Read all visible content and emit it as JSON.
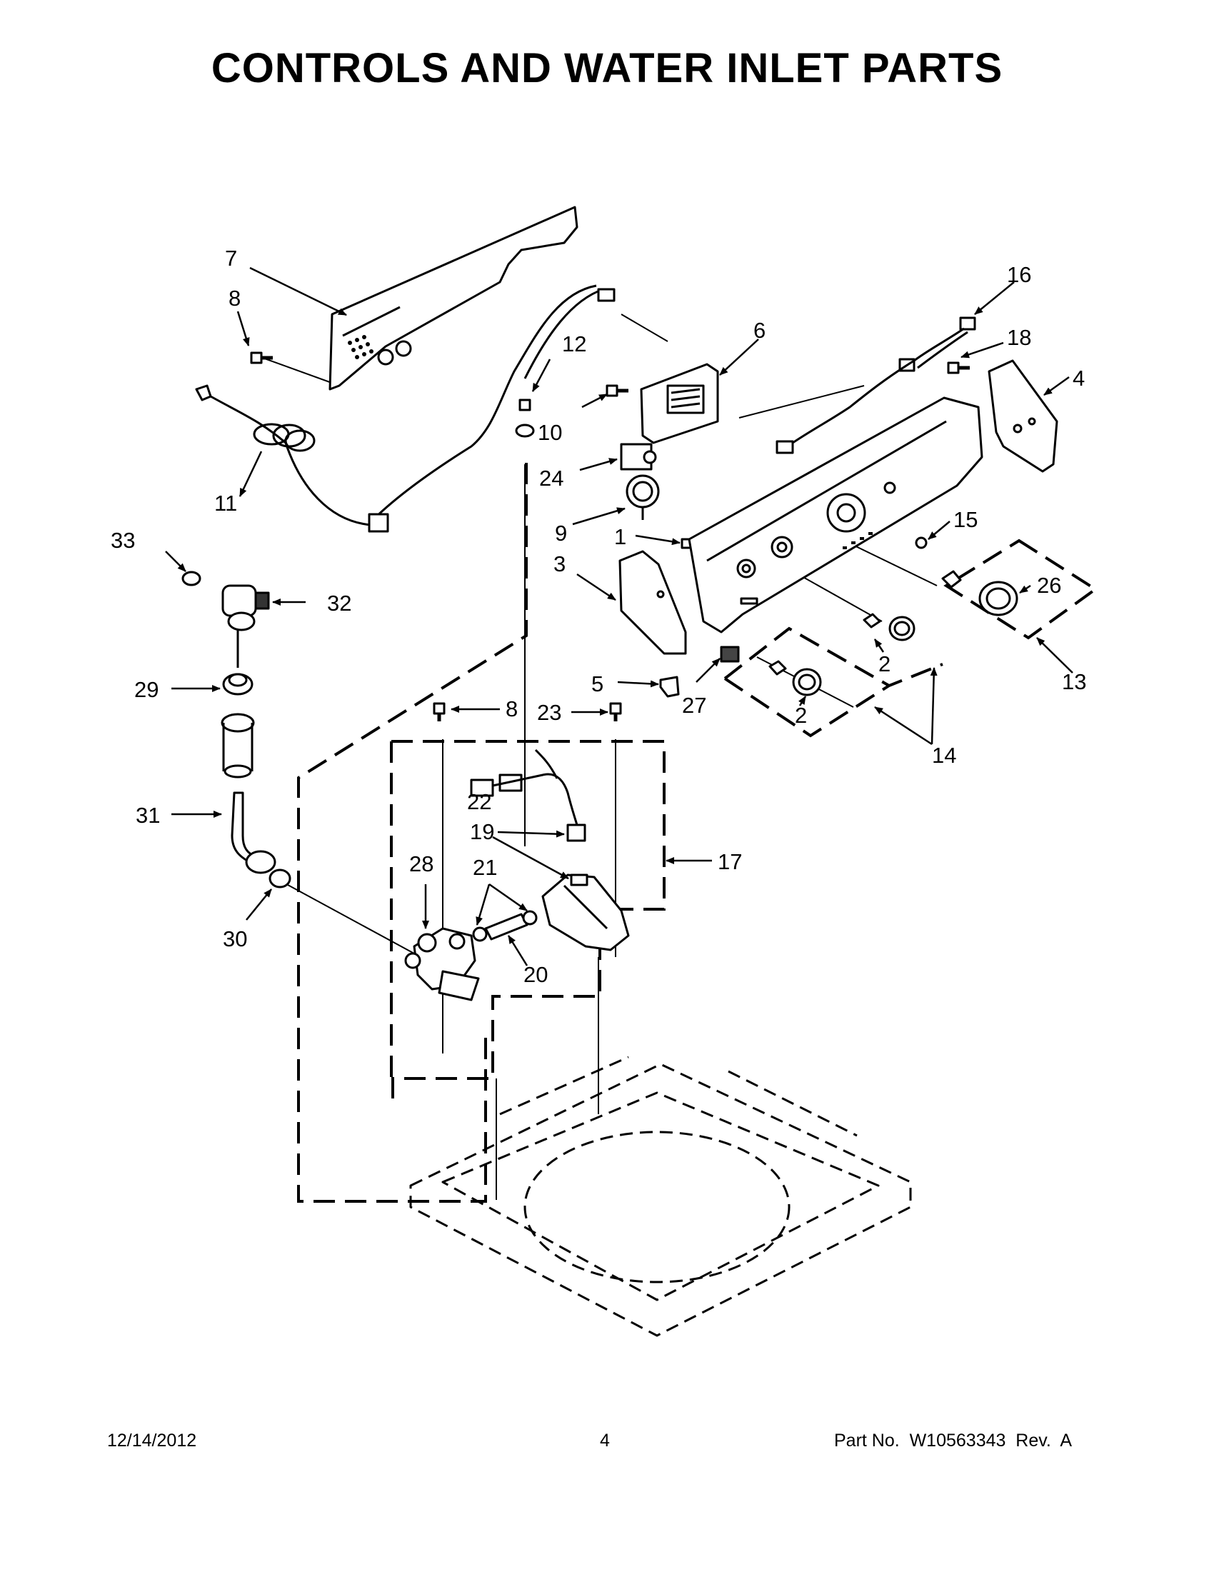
{
  "header": {
    "title": "CONTROLS AND WATER INLET PARTS"
  },
  "footer": {
    "date": "12/14/2012",
    "page_number": "4",
    "part_number": "Part No.  W10563343  Rev.  A"
  },
  "callouts": [
    "7",
    "8",
    "12",
    "6",
    "16",
    "18",
    "4",
    "10",
    "24",
    "9",
    "1",
    "15",
    "3",
    "26",
    "11",
    "33",
    "32",
    "2",
    "29",
    "5",
    "27",
    "13",
    "8",
    "23",
    "14",
    "22",
    "19",
    "31",
    "17",
    "28",
    "21",
    "30",
    "20"
  ]
}
